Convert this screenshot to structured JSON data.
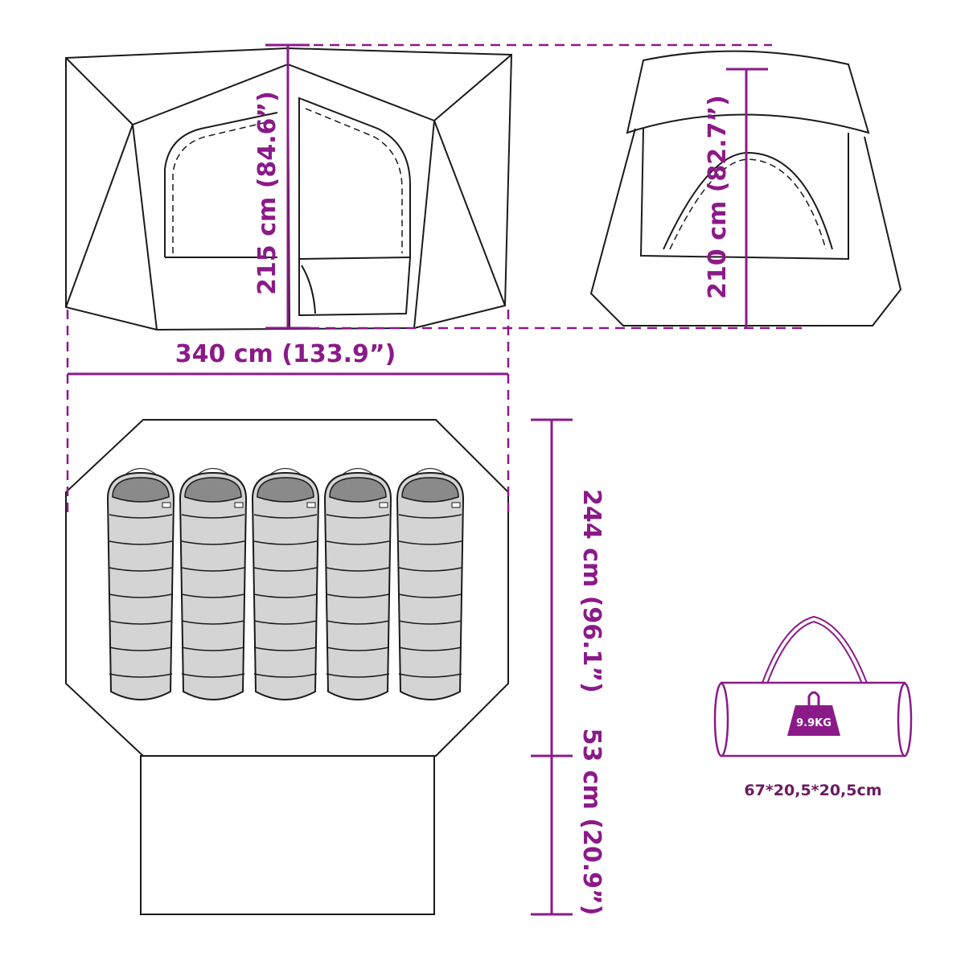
{
  "dimensions": {
    "front_height": "215 cm (84.6”)",
    "width": "340 cm (133.9”)",
    "side_height": "210 cm (82.7”)",
    "depth": "244 cm (96.1”)",
    "vestibule_depth": "53 cm (20.9”)"
  },
  "bag": {
    "weight": "9.9KG",
    "packed_size": "67*20,5*20,5cm"
  },
  "sleeping_bag_count": 5,
  "colors": {
    "accent": "#8b1a89",
    "line": "#1a1a1a",
    "bag_fill": "#d4d4d4",
    "hood_fill": "#8a8a8a"
  }
}
